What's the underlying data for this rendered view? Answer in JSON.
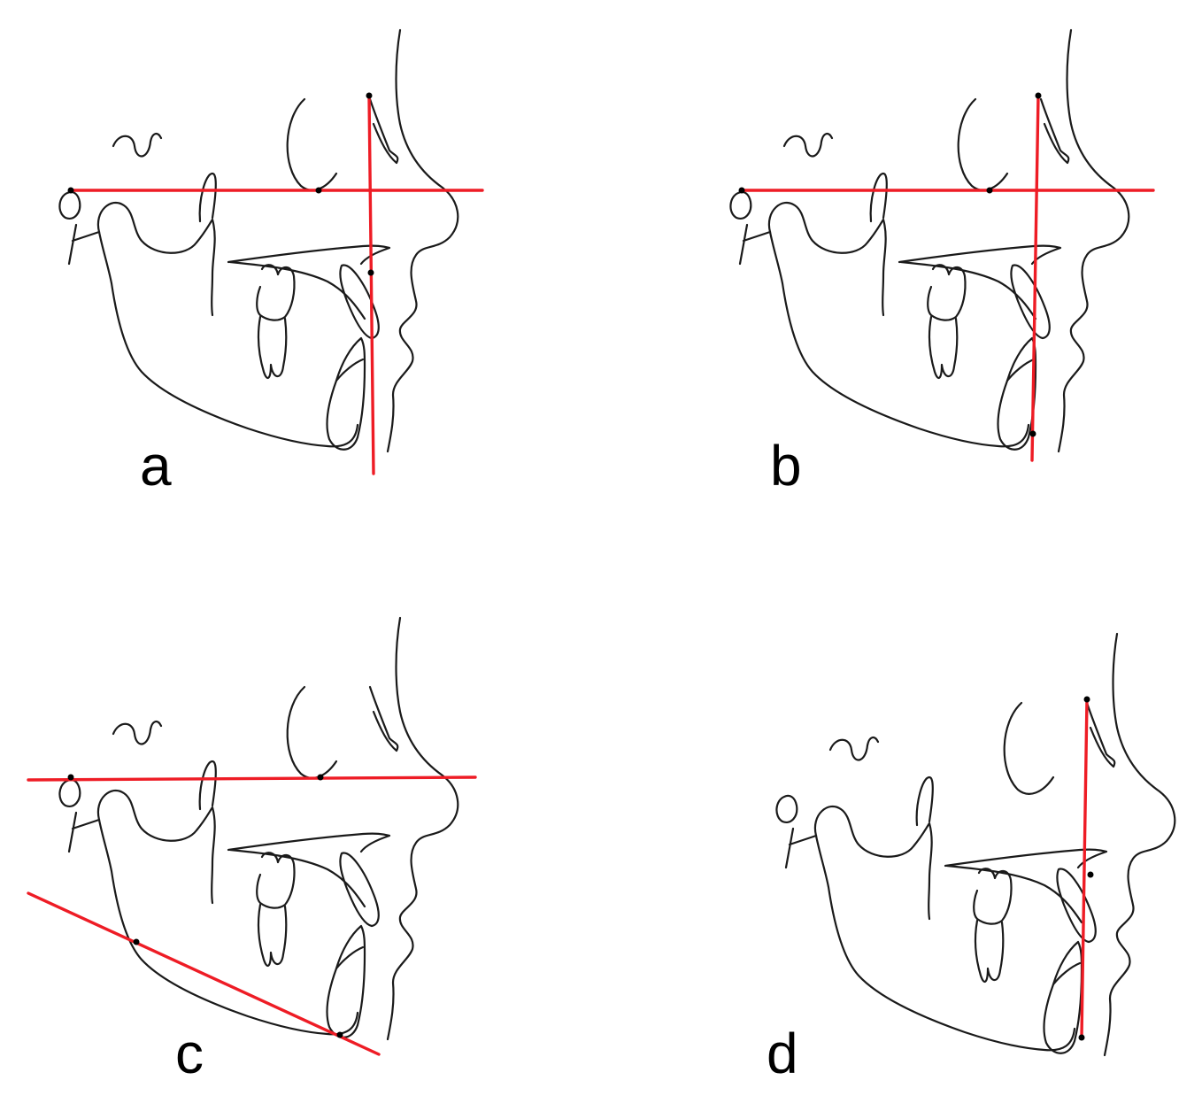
{
  "figure": {
    "panels": [
      {
        "id": "a",
        "label": "a",
        "lines": 2
      },
      {
        "id": "b",
        "label": "b",
        "lines": 2
      },
      {
        "id": "c",
        "label": "c",
        "lines": 2
      },
      {
        "id": "d",
        "label": "d",
        "lines": 1
      }
    ],
    "colors": {
      "background": "#ffffff",
      "outline": "#1a1a1a",
      "reference_line": "#ee1c25",
      "landmark": "#000000"
    }
  }
}
